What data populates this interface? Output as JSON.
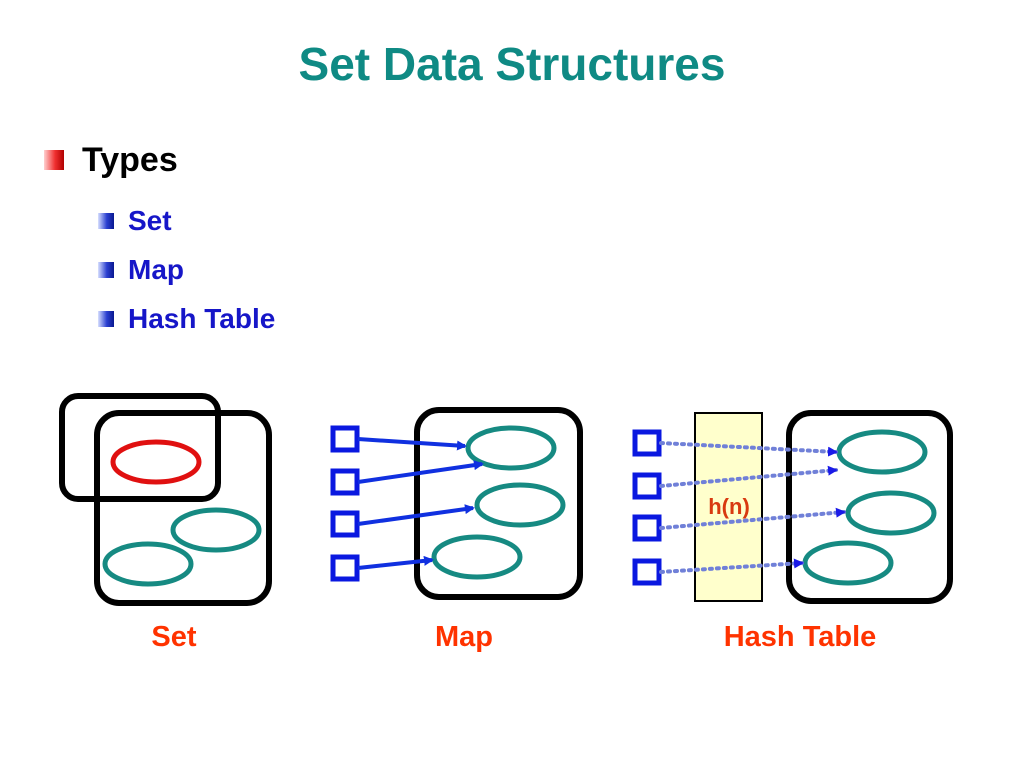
{
  "slide": {
    "title": "Set Data Structures",
    "bullet": "Types",
    "sub_bullets": [
      "Set",
      "Map",
      "Hash Table"
    ]
  },
  "diagram": {
    "captions": {
      "set": "Set",
      "map": "Map",
      "hash_table": "Hash Table"
    },
    "hash_function_label": "h(n)"
  },
  "colors": {
    "title": "#0f8a84",
    "caption": "#ff3300",
    "sub_bullet_text": "#1616c8",
    "ellipse": "#168a82",
    "highlight_ellipse": "#e01010",
    "key_box": "#0a18e0",
    "map_arrow": "#1030e0",
    "hash_arrow": "#7080d8",
    "hash_column_fill": "#ffffcc"
  }
}
